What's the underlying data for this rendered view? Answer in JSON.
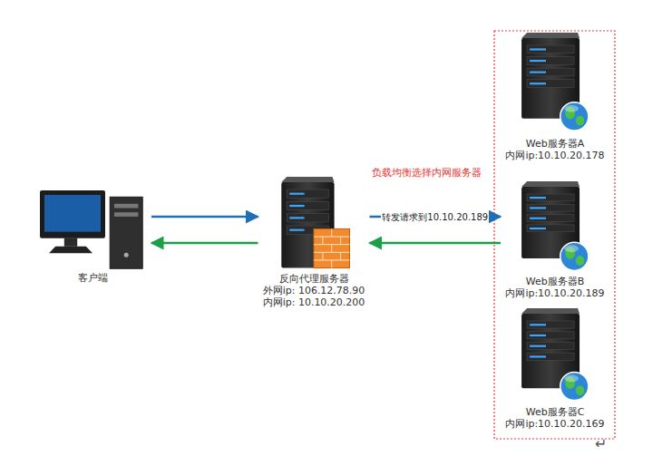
{
  "diagram": {
    "nodes": [
      {
        "text": [
          "客户端"
        ]
      },
      {
        "text": [
          "反向代理服务器",
          "外网ip: 106.12.78.90",
          "内网ip: 10.10.20.200"
        ]
      },
      {
        "text": [
          "Web服务器A",
          "内网ip:10.10.20.178"
        ]
      },
      {
        "text": [
          "Web服务器B",
          "内网ip:10.10.20.189"
        ]
      },
      {
        "text": [
          "Web服务器C",
          "内网ip:10.10.20.169"
        ]
      }
    ],
    "edges": [
      {
        "from": 0,
        "to": 1,
        "arrow": "to"
      },
      {
        "from": 1,
        "to": 0,
        "arrow": "to"
      },
      {
        "from": 1,
        "to": 3,
        "arrow": "to",
        "label": "转发请求到10.10.20.189"
      },
      {
        "from": 3,
        "to": 1,
        "arrow": "to"
      }
    ],
    "labels": [
      "负载均衡选择内网服务器",
      "↵"
    ]
  }
}
